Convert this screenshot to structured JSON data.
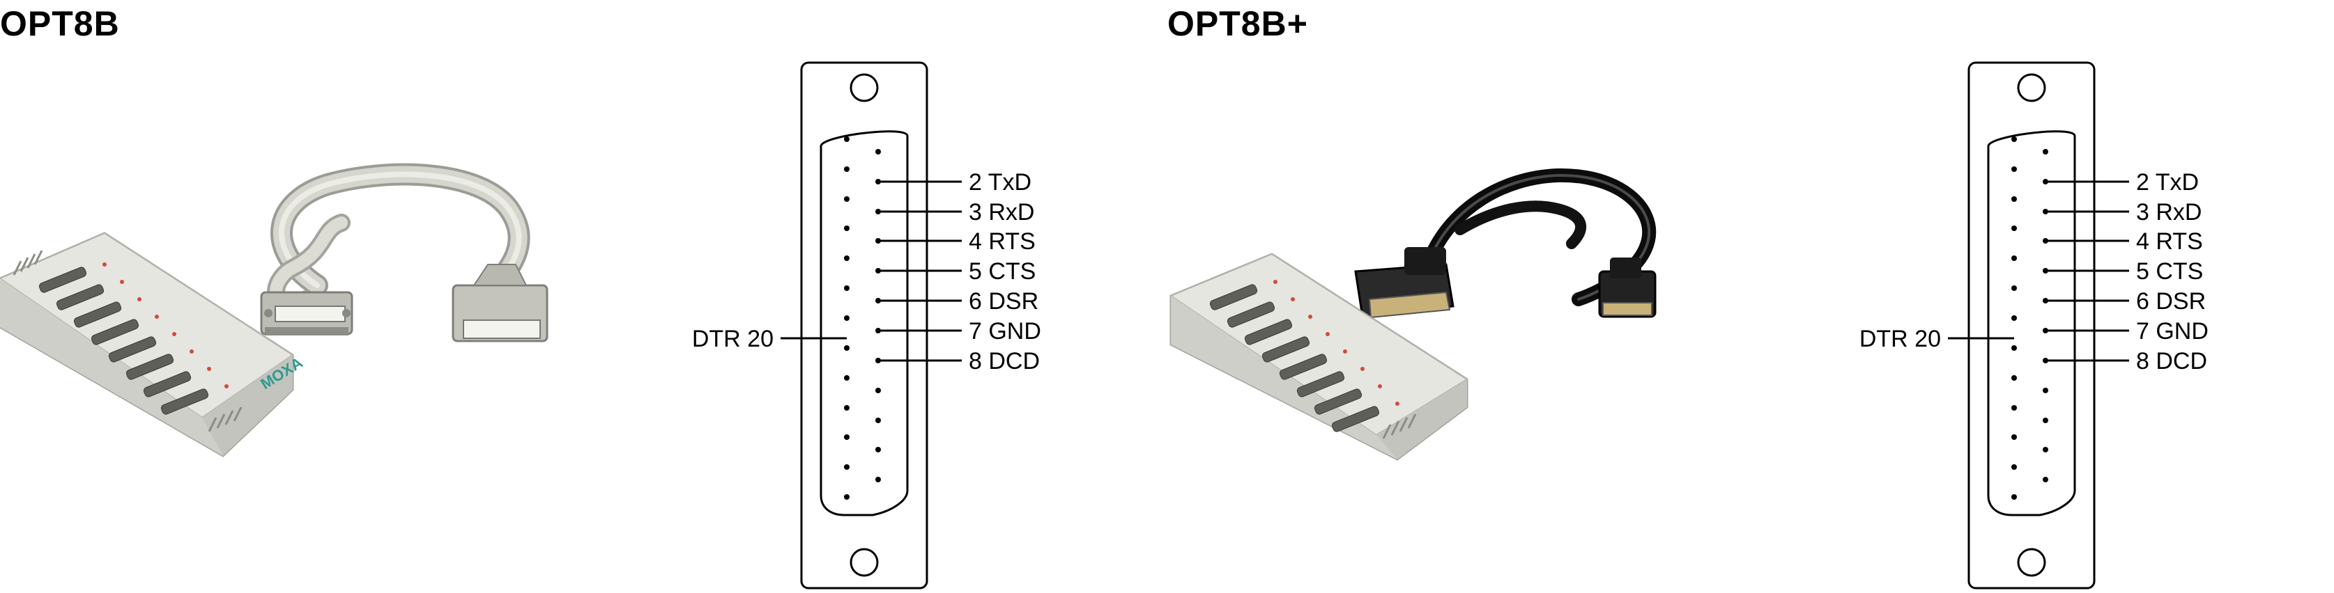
{
  "panels": [
    {
      "title": "OPT8B",
      "cable_color": "#d6d6cf",
      "connector_photo": "light-gray-db25-cable",
      "box_label": "MOXA",
      "pinout": {
        "pins": [
          {
            "label": "2 TxD"
          },
          {
            "label": "3 RxD"
          },
          {
            "label": "4 RTS"
          },
          {
            "label": "5 CTS"
          },
          {
            "label": "6 DSR"
          },
          {
            "label": "7 GND"
          },
          {
            "label": "8 DCD"
          }
        ],
        "left_label": "DTR 20"
      }
    },
    {
      "title": "OPT8B+",
      "cable_color": "#141414",
      "connector_photo": "black-db25-cable",
      "box_label": "",
      "pinout": {
        "pins": [
          {
            "label": "2 TxD"
          },
          {
            "label": "3 RxD"
          },
          {
            "label": "4 RTS"
          },
          {
            "label": "5 CTS"
          },
          {
            "label": "6 DSR"
          },
          {
            "label": "7 GND"
          },
          {
            "label": "8 DCD"
          }
        ],
        "left_label": "DTR 20"
      }
    }
  ]
}
